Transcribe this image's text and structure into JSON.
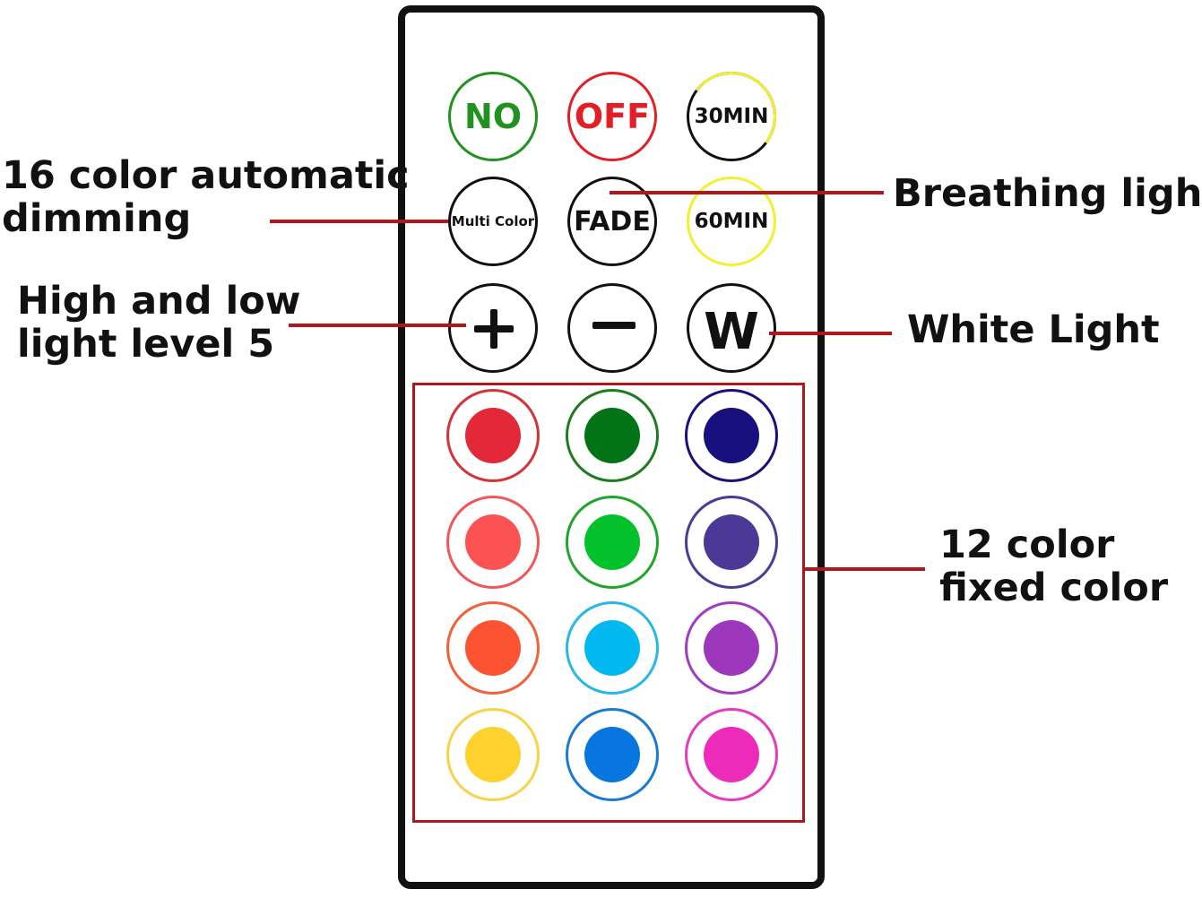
{
  "remote": {
    "rows": [
      [
        {
          "id": "no",
          "label": "NO"
        },
        {
          "id": "off",
          "label": "OFF"
        },
        {
          "id": "30min",
          "label": "30MIN"
        }
      ],
      [
        {
          "id": "multi",
          "label": "Multi Color"
        },
        {
          "id": "fade",
          "label": "FADE"
        },
        {
          "id": "60min",
          "label": "60MIN"
        }
      ],
      [
        {
          "id": "plus",
          "label": "+"
        },
        {
          "id": "minus",
          "label": "−"
        },
        {
          "id": "white",
          "label": "W"
        }
      ]
    ],
    "color_buttons": [
      {
        "ring": "#d3343a",
        "dot": "#e3283a"
      },
      {
        "ring": "#1d7c1f",
        "dot": "#037318"
      },
      {
        "ring": "#1a117a",
        "dot": "#160f7c"
      },
      {
        "ring": "#f0575a",
        "dot": "#fb5253"
      },
      {
        "ring": "#1fa52b",
        "dot": "#02c12b"
      },
      {
        "ring": "#4b3a96",
        "dot": "#4c3997"
      },
      {
        "ring": "#f0613c",
        "dot": "#fc5432"
      },
      {
        "ring": "#29b8e5",
        "dot": "#02b9ef"
      },
      {
        "ring": "#9f3dc0",
        "dot": "#9d38bd"
      },
      {
        "ring": "#f6d34a",
        "dot": "#fed22d"
      },
      {
        "ring": "#1b79cf",
        "dot": "#0776de"
      },
      {
        "ring": "#e53ab9",
        "dot": "#ec2bbb"
      }
    ]
  },
  "callouts": {
    "multi_color": "16 color automatic\ndimming",
    "breathing": "Breathing light",
    "brightness": "High and low\nlight level 5",
    "white": "White Light",
    "fixed_colors": "12 color\nfixed color"
  },
  "colors": {
    "leader": "#b0161b",
    "frame": "#b0161b"
  }
}
